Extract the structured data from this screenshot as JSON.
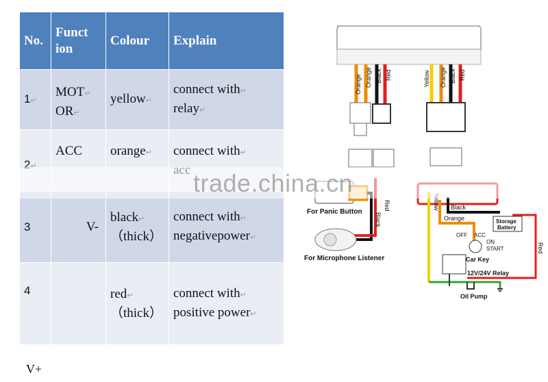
{
  "table": {
    "headers": {
      "no": "No.",
      "function": "Function",
      "colour": "Colour",
      "explain": "Explain"
    },
    "rows": [
      {
        "no": "1",
        "function": "MOTOR",
        "colour": "yellow",
        "explain": "connect with relay"
      },
      {
        "no": "2",
        "function": "ACC",
        "colour": "orange",
        "explain": "connect with acc"
      },
      {
        "no": "3",
        "function": "V-",
        "colour": "black\n(thick)",
        "explain": "connect with negativepower"
      },
      {
        "no": "4",
        "function": "",
        "colour": "red\n(thick)",
        "explain": "connect with positive power"
      }
    ],
    "trailing_text": "V+"
  },
  "diagram": {
    "left_wires": [
      "Orange",
      "Orange",
      "Black",
      "Red"
    ],
    "right_wires": [
      "Yellow",
      "Orange",
      "Black",
      "Red"
    ],
    "lower_left_wires": [
      "Black",
      "Red"
    ],
    "labels": {
      "panic_button": "For Panic Button",
      "microphone": "For Microphone Listener",
      "storage_battery": "Storage Battery",
      "car_key": "Car Key",
      "key_positions": [
        "OFF",
        "ACC",
        "ON",
        "START"
      ],
      "relay": "12V/24V Relay",
      "oil_pump": "Oil Pump",
      "yellow": "Yellow",
      "black": "Black",
      "orange": "Orange",
      "red": "Red"
    },
    "colors": {
      "yellow": "#f5d000",
      "orange": "#f08c00",
      "black": "#111111",
      "red": "#e02020",
      "green": "#2fa82f"
    }
  },
  "watermark": "trade.china.cn"
}
